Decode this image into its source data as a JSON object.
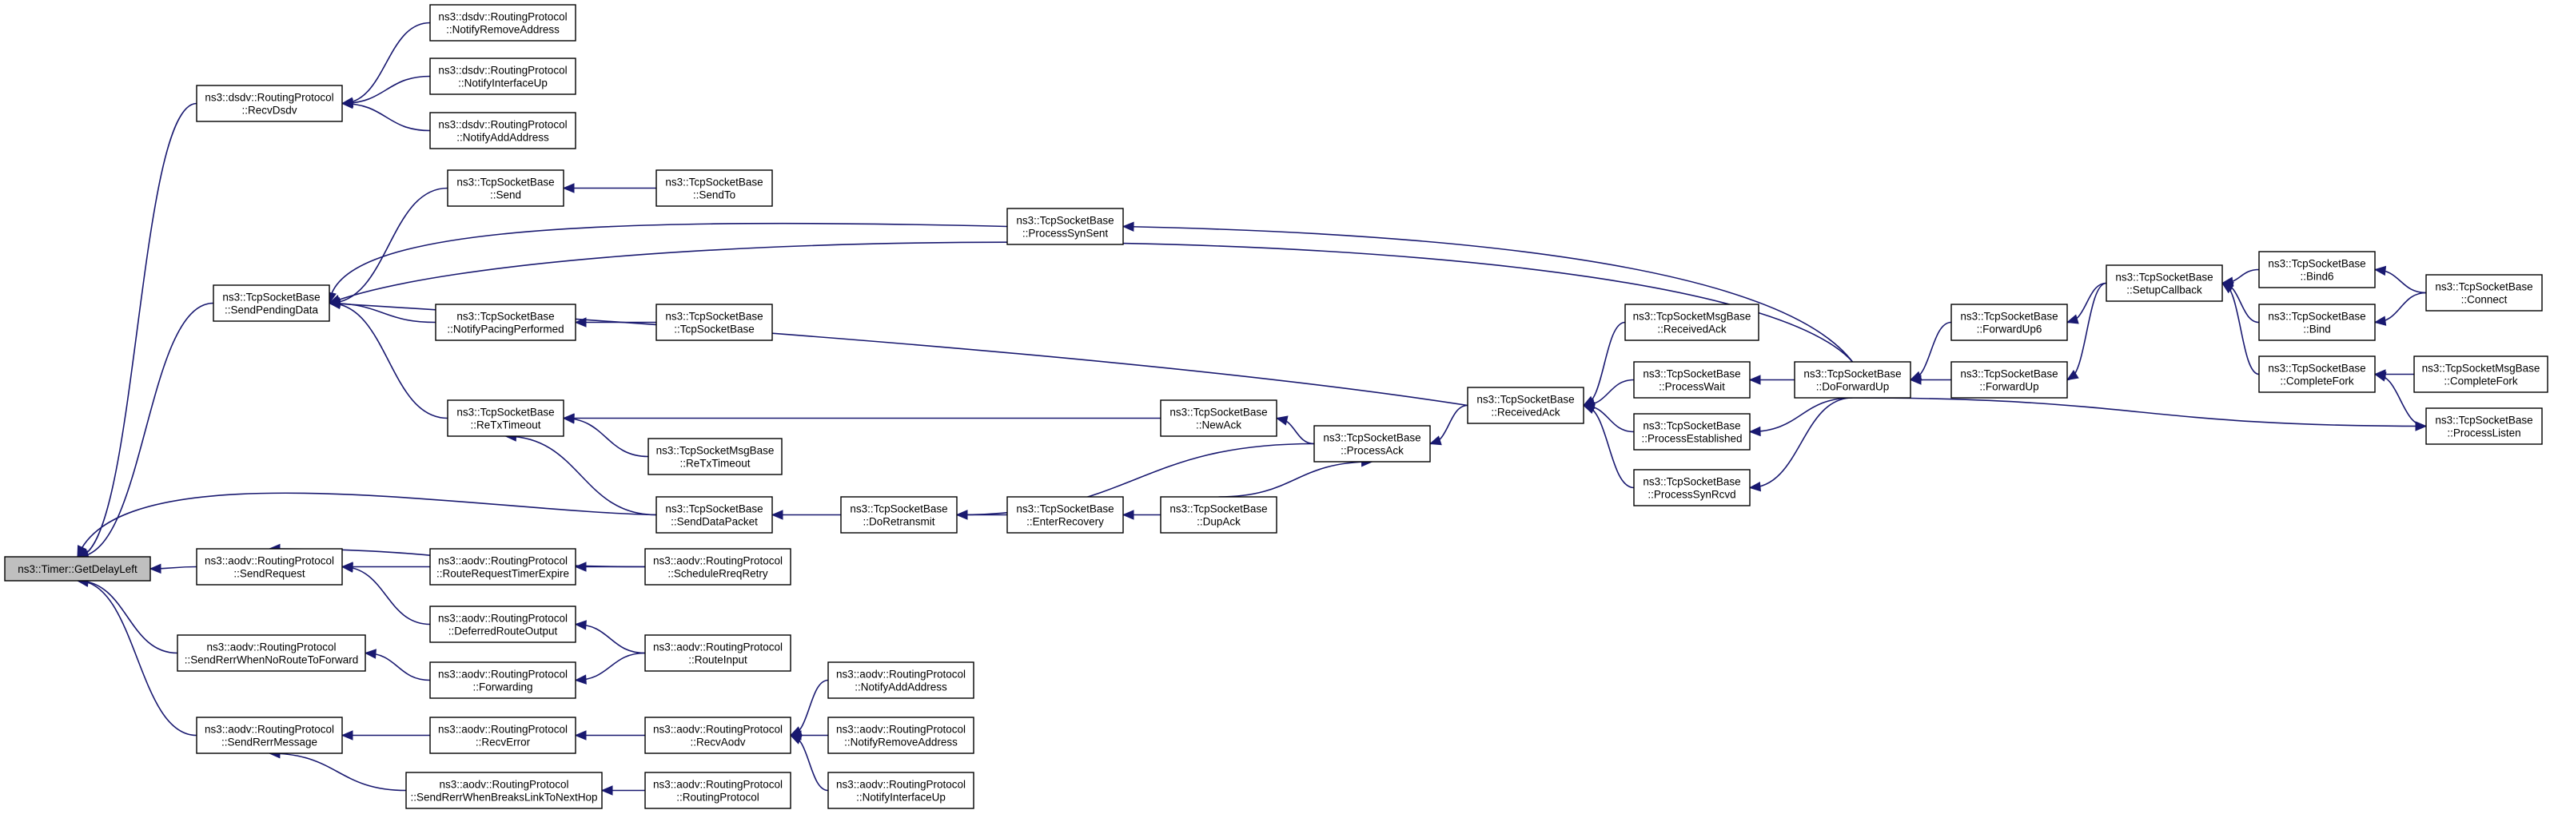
{
  "nodes": [
    {
      "id": "timer",
      "lines": [
        "ns3::Timer::GetDelayLeft"
      ],
      "root": true
    },
    {
      "id": "dsdv_recv",
      "lines": [
        "ns3::dsdv::RoutingProtocol",
        "::RecvDsdv"
      ]
    },
    {
      "id": "dsdv_notify_remove",
      "lines": [
        "ns3::dsdv::RoutingProtocol",
        "::NotifyRemoveAddress"
      ]
    },
    {
      "id": "dsdv_notify_up",
      "lines": [
        "ns3::dsdv::RoutingProtocol",
        "::NotifyInterfaceUp"
      ]
    },
    {
      "id": "dsdv_notify_add",
      "lines": [
        "ns3::dsdv::RoutingProtocol",
        "::NotifyAddAddress"
      ]
    },
    {
      "id": "tcp_send",
      "lines": [
        "ns3::TcpSocketBase",
        "::Send"
      ]
    },
    {
      "id": "tcp_sendto",
      "lines": [
        "ns3::TcpSocketBase",
        "::SendTo"
      ]
    },
    {
      "id": "tcp_procsynsent",
      "lines": [
        "ns3::TcpSocketBase",
        "::ProcessSynSent"
      ]
    },
    {
      "id": "tcp_sendpending",
      "lines": [
        "ns3::TcpSocketBase",
        "::SendPendingData"
      ]
    },
    {
      "id": "tcp_notifypacing",
      "lines": [
        "ns3::TcpSocketBase",
        "::NotifyPacingPerformed"
      ]
    },
    {
      "id": "tcp_ctor",
      "lines": [
        "ns3::TcpSocketBase",
        "::TcpSocketBase"
      ]
    },
    {
      "id": "tcp_retx",
      "lines": [
        "ns3::TcpSocketBase",
        "::ReTxTimeout"
      ]
    },
    {
      "id": "tcpmsg_retx",
      "lines": [
        "ns3::TcpSocketMsgBase",
        "::ReTxTimeout"
      ]
    },
    {
      "id": "tcp_newack",
      "lines": [
        "ns3::TcpSocketBase",
        "::NewAck"
      ]
    },
    {
      "id": "tcp_processack",
      "lines": [
        "ns3::TcpSocketBase",
        "::ProcessAck"
      ]
    },
    {
      "id": "tcp_receivedack",
      "lines": [
        "ns3::TcpSocketBase",
        "::ReceivedAck"
      ]
    },
    {
      "id": "tcpmsg_receivedack",
      "lines": [
        "ns3::TcpSocketMsgBase",
        "::ReceivedAck"
      ]
    },
    {
      "id": "tcp_procwait",
      "lines": [
        "ns3::TcpSocketBase",
        "::ProcessWait"
      ]
    },
    {
      "id": "tcp_procestab",
      "lines": [
        "ns3::TcpSocketBase",
        "::ProcessEstablished"
      ]
    },
    {
      "id": "tcp_procsynrcvd",
      "lines": [
        "ns3::TcpSocketBase",
        "::ProcessSynRcvd"
      ]
    },
    {
      "id": "tcp_doforwardup",
      "lines": [
        "ns3::TcpSocketBase",
        "::DoForwardUp"
      ]
    },
    {
      "id": "tcp_forwardup6",
      "lines": [
        "ns3::TcpSocketBase",
        "::ForwardUp6"
      ]
    },
    {
      "id": "tcp_forwardup",
      "lines": [
        "ns3::TcpSocketBase",
        "::ForwardUp"
      ]
    },
    {
      "id": "tcp_setupcb",
      "lines": [
        "ns3::TcpSocketBase",
        "::SetupCallback"
      ]
    },
    {
      "id": "tcp_bind6",
      "lines": [
        "ns3::TcpSocketBase",
        "::Bind6"
      ]
    },
    {
      "id": "tcp_bind",
      "lines": [
        "ns3::TcpSocketBase",
        "::Bind"
      ]
    },
    {
      "id": "tcp_completefork",
      "lines": [
        "ns3::TcpSocketBase",
        "::CompleteFork"
      ]
    },
    {
      "id": "tcp_connect",
      "lines": [
        "ns3::TcpSocketBase",
        "::Connect"
      ]
    },
    {
      "id": "tcpmsg_completefork",
      "lines": [
        "ns3::TcpSocketMsgBase",
        "::CompleteFork"
      ]
    },
    {
      "id": "tcp_proclisten",
      "lines": [
        "ns3::TcpSocketBase",
        "::ProcessListen"
      ]
    },
    {
      "id": "tcp_senddatapacket",
      "lines": [
        "ns3::TcpSocketBase",
        "::SendDataPacket"
      ]
    },
    {
      "id": "tcp_doretransmit",
      "lines": [
        "ns3::TcpSocketBase",
        "::DoRetransmit"
      ]
    },
    {
      "id": "tcp_enterrecovery",
      "lines": [
        "ns3::TcpSocketBase",
        "::EnterRecovery"
      ]
    },
    {
      "id": "tcp_dupack",
      "lines": [
        "ns3::TcpSocketBase",
        "::DupAck"
      ]
    },
    {
      "id": "aodv_sendrequest",
      "lines": [
        "ns3::aodv::RoutingProtocol",
        "::SendRequest"
      ]
    },
    {
      "id": "aodv_rrte",
      "lines": [
        "ns3::aodv::RoutingProtocol",
        "::RouteRequestTimerExpire"
      ]
    },
    {
      "id": "aodv_schedretry",
      "lines": [
        "ns3::aodv::RoutingProtocol",
        "::ScheduleRreqRetry"
      ]
    },
    {
      "id": "aodv_deferred",
      "lines": [
        "ns3::aodv::RoutingProtocol",
        "::DeferredRouteOutput"
      ]
    },
    {
      "id": "aodv_rerrnoroute",
      "lines": [
        "ns3::aodv::RoutingProtocol",
        "::SendRerrWhenNoRouteToForward"
      ]
    },
    {
      "id": "aodv_forwarding",
      "lines": [
        "ns3::aodv::RoutingProtocol",
        "::Forwarding"
      ]
    },
    {
      "id": "aodv_routeinput",
      "lines": [
        "ns3::aodv::RoutingProtocol",
        "::RouteInput"
      ]
    },
    {
      "id": "aodv_sendrerrmsg",
      "lines": [
        "ns3::aodv::RoutingProtocol",
        "::SendRerrMessage"
      ]
    },
    {
      "id": "aodv_recverror",
      "lines": [
        "ns3::aodv::RoutingProtocol",
        "::RecvError"
      ]
    },
    {
      "id": "aodv_recvaodv",
      "lines": [
        "ns3::aodv::RoutingProtocol",
        "::RecvAodv"
      ]
    },
    {
      "id": "aodv_notifyadd",
      "lines": [
        "ns3::aodv::RoutingProtocol",
        "::NotifyAddAddress"
      ]
    },
    {
      "id": "aodv_notifyremove",
      "lines": [
        "ns3::aodv::RoutingProtocol",
        "::NotifyRemoveAddress"
      ]
    },
    {
      "id": "aodv_notifyup",
      "lines": [
        "ns3::aodv::RoutingProtocol",
        "::NotifyInterfaceUp"
      ]
    },
    {
      "id": "aodv_rerrbreaks",
      "lines": [
        "ns3::aodv::RoutingProtocol",
        "::SendRerrWhenBreaksLinkToNextHop"
      ]
    },
    {
      "id": "aodv_ctor",
      "lines": [
        "ns3::aodv::RoutingProtocol",
        "::RoutingProtocol"
      ]
    }
  ],
  "edges": [
    {
      "from": "dsdv_recv",
      "to": "timer"
    },
    {
      "from": "tcp_sendpending",
      "to": "timer"
    },
    {
      "from": "tcp_senddatapacket",
      "to": "timer"
    },
    {
      "from": "aodv_sendrequest",
      "to": "timer"
    },
    {
      "from": "aodv_rerrnoroute",
      "to": "timer"
    },
    {
      "from": "aodv_sendrerrmsg",
      "to": "timer"
    },
    {
      "from": "dsdv_notify_remove",
      "to": "dsdv_recv"
    },
    {
      "from": "dsdv_notify_up",
      "to": "dsdv_recv"
    },
    {
      "from": "dsdv_notify_add",
      "to": "dsdv_recv"
    },
    {
      "from": "tcp_send",
      "to": "tcp_sendpending"
    },
    {
      "from": "tcp_sendto",
      "to": "tcp_send"
    },
    {
      "from": "tcp_procsynsent",
      "to": "tcp_sendpending"
    },
    {
      "from": "tcp_doforwardup",
      "to": "tcp_procsynsent"
    },
    {
      "from": "tcp_doforwardup",
      "to": "tcp_sendpending"
    },
    {
      "from": "tcp_notifypacing",
      "to": "tcp_sendpending"
    },
    {
      "from": "tcp_ctor",
      "to": "tcp_notifypacing"
    },
    {
      "from": "tcp_receivedack",
      "to": "tcp_sendpending"
    },
    {
      "from": "tcp_retx",
      "to": "tcp_sendpending"
    },
    {
      "from": "tcp_newack",
      "to": "tcp_retx"
    },
    {
      "from": "tcpmsg_retx",
      "to": "tcp_retx"
    },
    {
      "from": "tcp_senddatapacket",
      "to": "tcp_retx"
    },
    {
      "from": "tcp_processack",
      "to": "tcp_newack"
    },
    {
      "from": "tcp_receivedack",
      "to": "tcp_processack"
    },
    {
      "from": "tcpmsg_receivedack",
      "to": "tcp_receivedack"
    },
    {
      "from": "tcp_procwait",
      "to": "tcp_receivedack"
    },
    {
      "from": "tcp_procestab",
      "to": "tcp_receivedack"
    },
    {
      "from": "tcp_procsynrcvd",
      "to": "tcp_receivedack"
    },
    {
      "from": "tcp_doforwardup",
      "to": "tcp_procwait"
    },
    {
      "from": "tcp_doforwardup",
      "to": "tcp_procestab"
    },
    {
      "from": "tcp_doforwardup",
      "to": "tcp_procsynrcvd"
    },
    {
      "from": "tcp_forwardup6",
      "to": "tcp_doforwardup"
    },
    {
      "from": "tcp_forwardup",
      "to": "tcp_doforwardup"
    },
    {
      "from": "tcp_setupcb",
      "to": "tcp_forwardup6"
    },
    {
      "from": "tcp_setupcb",
      "to": "tcp_forwardup"
    },
    {
      "from": "tcp_bind6",
      "to": "tcp_setupcb"
    },
    {
      "from": "tcp_bind",
      "to": "tcp_setupcb"
    },
    {
      "from": "tcp_completefork",
      "to": "tcp_setupcb"
    },
    {
      "from": "tcp_connect",
      "to": "tcp_bind6"
    },
    {
      "from": "tcp_connect",
      "to": "tcp_bind"
    },
    {
      "from": "tcpmsg_completefork",
      "to": "tcp_completefork"
    },
    {
      "from": "tcp_proclisten",
      "to": "tcp_completefork"
    },
    {
      "from": "tcp_doforwardup",
      "to": "tcp_proclisten"
    },
    {
      "from": "tcp_doretransmit",
      "to": "tcp_senddatapacket"
    },
    {
      "from": "tcp_processack",
      "to": "tcp_doretransmit"
    },
    {
      "from": "tcp_enterrecovery",
      "to": "tcp_doretransmit"
    },
    {
      "from": "tcp_dupack",
      "to": "tcp_enterrecovery"
    },
    {
      "from": "tcp_dupack",
      "to": "tcp_processack"
    },
    {
      "from": "aodv_rrte",
      "to": "aodv_sendrequest"
    },
    {
      "from": "aodv_schedretry",
      "to": "aodv_sendrequest"
    },
    {
      "from": "aodv_schedretry",
      "to": "aodv_rrte"
    },
    {
      "from": "aodv_deferred",
      "to": "aodv_sendrequest"
    },
    {
      "from": "aodv_routeinput",
      "to": "aodv_deferred"
    },
    {
      "from": "aodv_forwarding",
      "to": "aodv_rerrnoroute"
    },
    {
      "from": "aodv_routeinput",
      "to": "aodv_forwarding"
    },
    {
      "from": "aodv_recverror",
      "to": "aodv_sendrerrmsg"
    },
    {
      "from": "aodv_rerrbreaks",
      "to": "aodv_sendrerrmsg"
    },
    {
      "from": "aodv_recvaodv",
      "to": "aodv_recverror"
    },
    {
      "from": "aodv_notifyadd",
      "to": "aodv_recvaodv"
    },
    {
      "from": "aodv_notifyremove",
      "to": "aodv_recvaodv"
    },
    {
      "from": "aodv_notifyup",
      "to": "aodv_recvaodv"
    },
    {
      "from": "aodv_ctor",
      "to": "aodv_rerrbreaks"
    }
  ]
}
